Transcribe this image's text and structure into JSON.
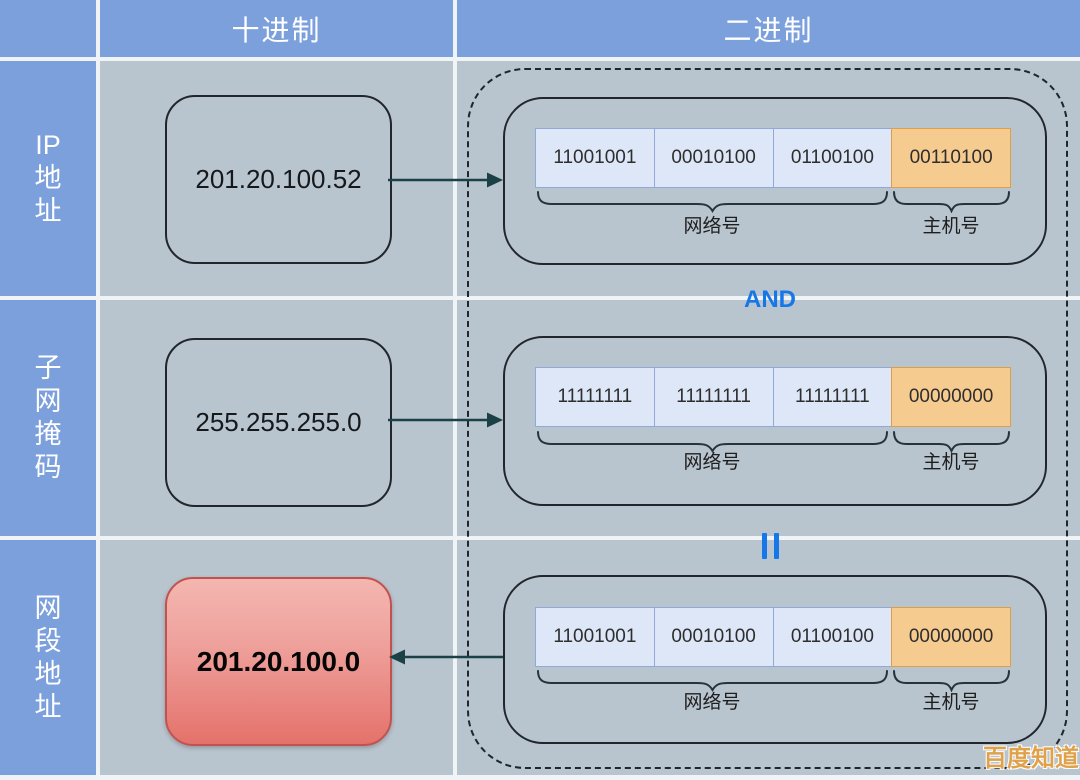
{
  "header": {
    "decimal": "十进制",
    "binary": "二进制"
  },
  "rows": [
    {
      "label": "IP地址",
      "label_lines": [
        "IP",
        "地",
        "址"
      ],
      "decimal": "201.20.100.52",
      "octets": [
        "11001001",
        "00010100",
        "01100100",
        "00110100"
      ],
      "network_label": "网络号",
      "host_label": "主机号"
    },
    {
      "label": "子网掩码",
      "label_lines": [
        "子",
        "网",
        "掩",
        "码"
      ],
      "decimal": "255.255.255.0",
      "octets": [
        "11111111",
        "11111111",
        "11111111",
        "00000000"
      ],
      "network_label": "网络号",
      "host_label": "主机号"
    },
    {
      "label": "网段地址",
      "label_lines": [
        "网",
        "段",
        "地",
        "址"
      ],
      "decimal": "201.20.100.0",
      "octets": [
        "11001001",
        "00010100",
        "01100100",
        "00000000"
      ],
      "network_label": "网络号",
      "host_label": "主机号"
    }
  ],
  "operators": {
    "and": "AND",
    "equals": "‖"
  },
  "watermark": "百度知道",
  "colors": {
    "header_blue": "#7CA0DC",
    "body_gray": "#B8C4CE",
    "grid_line": "#F1F4F6",
    "octet_fill": "#DDE7F7",
    "octet_border": "#92A9D8",
    "host_octet_fill": "#F6CB90",
    "host_octet_border": "#DCA04B",
    "outline_dark": "#20262B",
    "arrow_teal": "#1B4147",
    "operator_blue": "#1577E8",
    "result_red_top": "#F4B6B0",
    "result_red_bottom": "#E4726B",
    "result_red_border": "#C05350",
    "watermark_gold": "#DFA24B"
  }
}
